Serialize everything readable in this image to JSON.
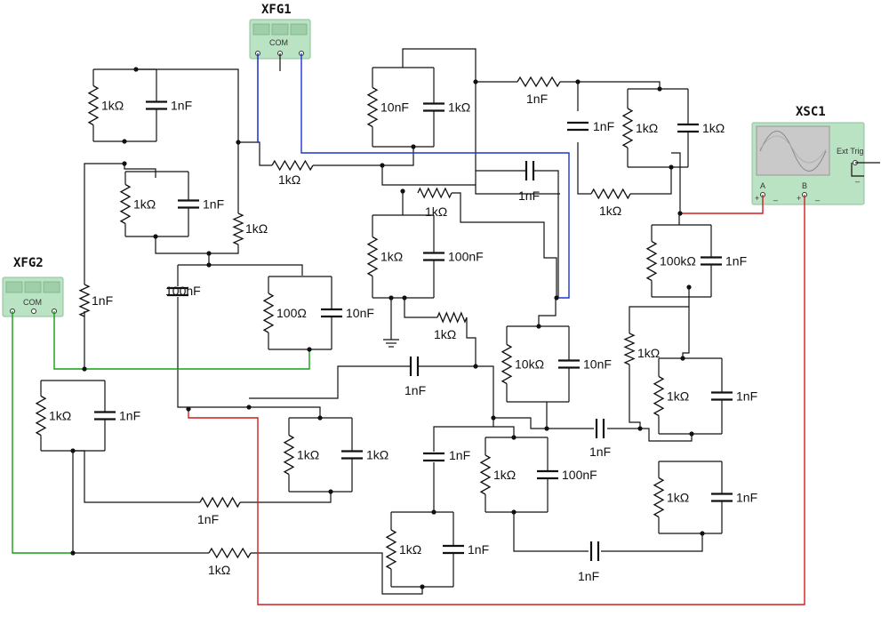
{
  "instruments": {
    "xfg1": {
      "title": "XFG1",
      "com": "COM"
    },
    "xfg2": {
      "title": "XFG2",
      "com": "COM"
    },
    "xsc1": {
      "title": "XSC1",
      "ext_trig": "Ext Trig",
      "ch_a": "A",
      "ch_b": "B",
      "plus": "+",
      "minus": "_"
    }
  },
  "components": [
    {
      "kind": "R",
      "label": "1kΩ"
    },
    {
      "kind": "C",
      "label": "1nF"
    },
    {
      "kind": "R",
      "label": "1kΩ"
    },
    {
      "kind": "C",
      "label": "1nF"
    },
    {
      "kind": "R",
      "label": "1kΩ"
    },
    {
      "kind": "R",
      "label": "1kΩ"
    },
    {
      "kind": "C",
      "label": "100nF"
    },
    {
      "kind": "R",
      "label": "100Ω"
    },
    {
      "kind": "C",
      "label": "10nF"
    },
    {
      "kind": "R",
      "label": "1kΩ"
    },
    {
      "kind": "C",
      "label": "1nF"
    },
    {
      "kind": "R",
      "label": "1kΩ"
    },
    {
      "kind": "R",
      "label": "1kΩ"
    },
    {
      "kind": "C",
      "label": "10nF"
    },
    {
      "kind": "R",
      "label": "1kΩ"
    },
    {
      "kind": "C",
      "label": "1nF"
    },
    {
      "kind": "R",
      "label": "1kΩ"
    },
    {
      "kind": "C",
      "label": "100nF"
    },
    {
      "kind": "R",
      "label": "1kΩ"
    },
    {
      "kind": "R",
      "label": "1kΩ"
    },
    {
      "kind": "C",
      "label": "1nF"
    },
    {
      "kind": "R",
      "label": "1kΩ"
    },
    {
      "kind": "R",
      "label": "1kΩ"
    },
    {
      "kind": "C",
      "label": "1nF"
    },
    {
      "kind": "R",
      "label": "100kΩ"
    },
    {
      "kind": "C",
      "label": "1nF"
    },
    {
      "kind": "R",
      "label": "10kΩ"
    },
    {
      "kind": "C",
      "label": "10nF"
    },
    {
      "kind": "C",
      "label": "1nF"
    },
    {
      "kind": "R",
      "label": "1kΩ"
    },
    {
      "kind": "R",
      "label": "1kΩ"
    },
    {
      "kind": "C",
      "label": "1nF"
    },
    {
      "kind": "C",
      "label": "1nF"
    },
    {
      "kind": "C",
      "label": "1nF"
    },
    {
      "kind": "R",
      "label": "1kΩ"
    },
    {
      "kind": "C",
      "label": "100nF"
    },
    {
      "kind": "R",
      "label": "1kΩ"
    },
    {
      "kind": "C",
      "label": "1nF"
    },
    {
      "kind": "R",
      "label": "1kΩ"
    },
    {
      "kind": "C",
      "label": "1nF"
    },
    {
      "kind": "C",
      "label": "1nF"
    },
    {
      "kind": "R",
      "label": "1kΩ"
    },
    {
      "kind": "R",
      "label": "1kΩ"
    },
    {
      "kind": "C",
      "label": "1nF"
    }
  ]
}
